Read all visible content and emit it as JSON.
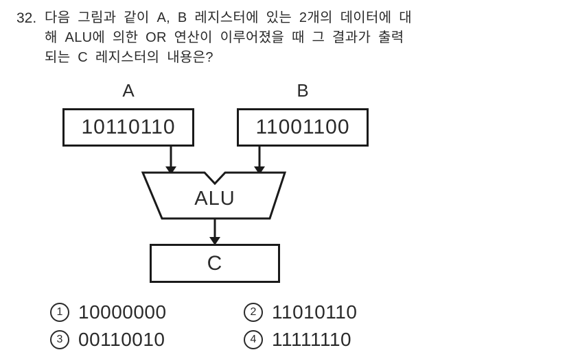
{
  "colors": {
    "ink": "#1a1a1a",
    "background": "#ffffff"
  },
  "question": {
    "number": "32.",
    "lines": [
      "다음 그림과 같이 A, B 레지스터에 있는 2개의 데이터에 대",
      "해 ALU에 의한 OR 연산이 이루어졌을 때 그 결과가 출력",
      "되는 C 레지스터의 내용은?"
    ]
  },
  "diagram": {
    "register_a": {
      "label": "A",
      "value": "10110110"
    },
    "register_b": {
      "label": "B",
      "value": "11001100"
    },
    "alu": {
      "label": "ALU"
    },
    "register_c": {
      "label": "C"
    }
  },
  "options": [
    {
      "number": "1",
      "value": "10000000"
    },
    {
      "number": "2",
      "value": "11010110"
    },
    {
      "number": "3",
      "value": "00110010"
    },
    {
      "number": "4",
      "value": "11111110"
    }
  ]
}
